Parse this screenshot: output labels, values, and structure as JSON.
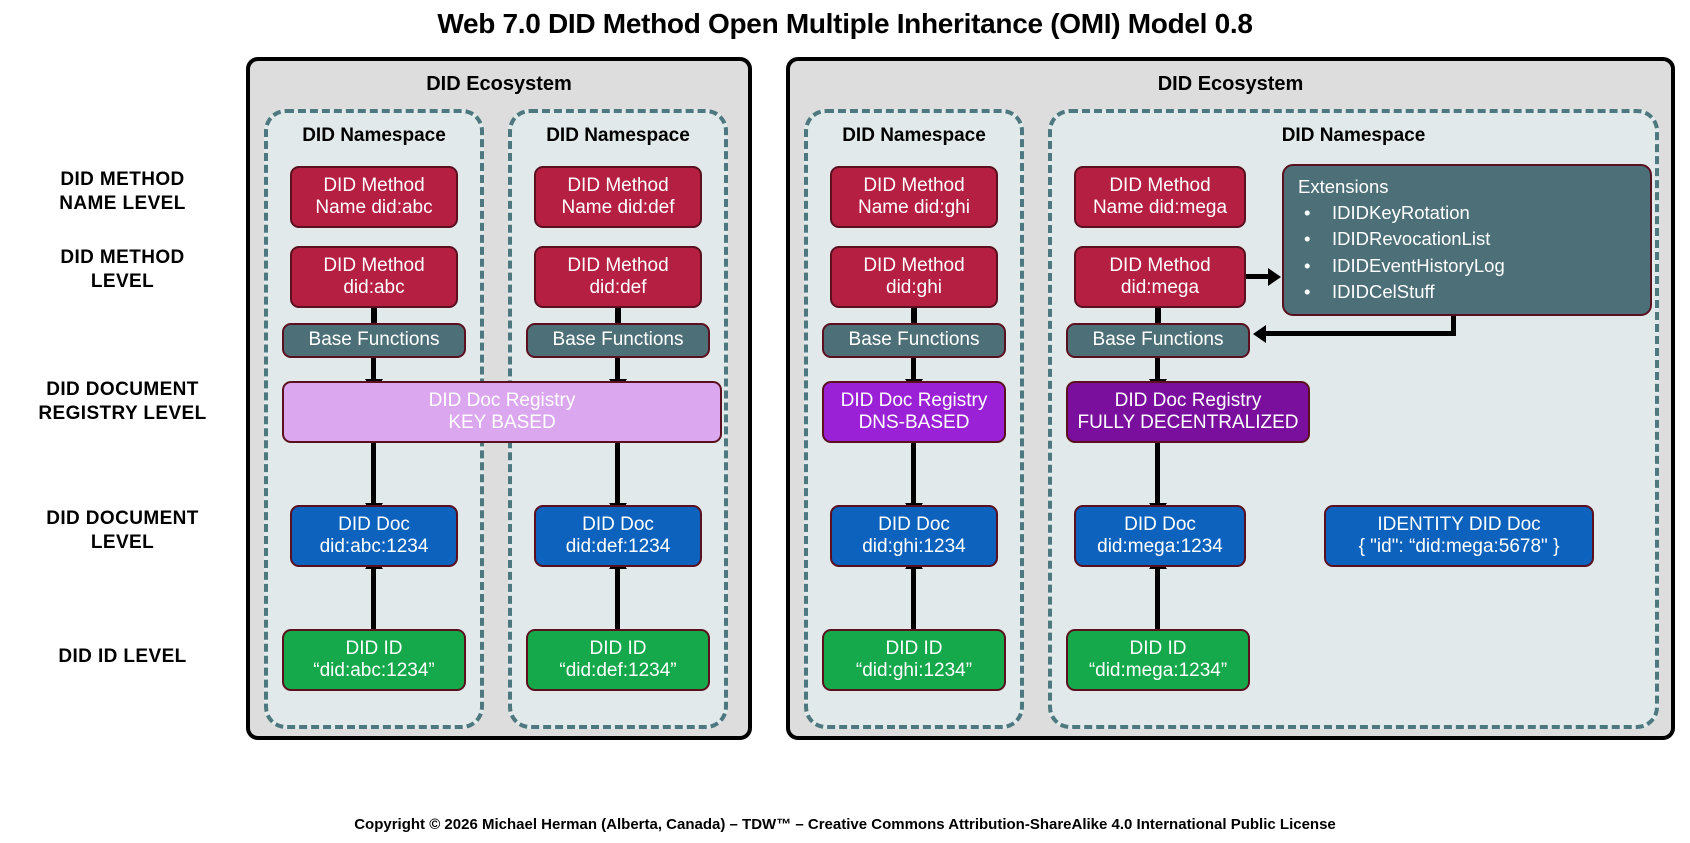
{
  "title": "Web 7.0 DID Method Open Multiple Inheritance (OMI) Model 0.8",
  "footer": "Copyright © 2026 Michael Herman (Alberta, Canada) – TDW™ – Creative Commons Attribution-ShareAlike 4.0 International Public License",
  "row_labels": [
    {
      "id": "method-name-level",
      "line1": "DID METHOD",
      "line2": "NAME LEVEL"
    },
    {
      "id": "method-level",
      "line1": "DID METHOD",
      "line2": "LEVEL"
    },
    {
      "id": "doc-registry-level",
      "line1": "DID DOCUMENT",
      "line2": "REGISTRY LEVEL"
    },
    {
      "id": "doc-level",
      "line1": "DID DOCUMENT",
      "line2": "LEVEL"
    },
    {
      "id": "id-level",
      "line1": "DID ID LEVEL",
      "line2": ""
    }
  ],
  "ecosystems": [
    {
      "id": "left",
      "title": "DID Ecosystem"
    },
    {
      "id": "right",
      "title": "DID Ecosystem"
    }
  ],
  "namespaces": [
    {
      "id": "abc",
      "title": "DID Namespace"
    },
    {
      "id": "def",
      "title": "DID Namespace"
    },
    {
      "id": "ghi",
      "title": "DID Namespace"
    },
    {
      "id": "mega",
      "title": "DID Namespace"
    }
  ],
  "columns": {
    "abc": {
      "method_name": {
        "l1": "DID Method",
        "l2": "Name did:abc"
      },
      "method": {
        "l1": "DID Method",
        "l2": "did:abc"
      },
      "base_functions": "Base Functions",
      "did_doc": {
        "l1": "DID Doc",
        "l2": "did:abc:1234"
      },
      "did_id": {
        "l1": "DID ID",
        "l2": "“did:abc:1234”"
      }
    },
    "def": {
      "method_name": {
        "l1": "DID Method",
        "l2": "Name did:def"
      },
      "method": {
        "l1": "DID Method",
        "l2": "did:def"
      },
      "base_functions": "Base Functions",
      "did_doc": {
        "l1": "DID Doc",
        "l2": "did:def:1234"
      },
      "did_id": {
        "l1": "DID ID",
        "l2": "“did:def:1234”"
      }
    },
    "ghi": {
      "method_name": {
        "l1": "DID Method",
        "l2": "Name did:ghi"
      },
      "method": {
        "l1": "DID Method",
        "l2": "did:ghi"
      },
      "base_functions": "Base Functions",
      "registry": {
        "l1": "DID Doc Registry",
        "l2": "DNS-BASED"
      },
      "did_doc": {
        "l1": "DID Doc",
        "l2": "did:ghi:1234"
      },
      "did_id": {
        "l1": "DID ID",
        "l2": "“did:ghi:1234”"
      }
    },
    "mega": {
      "method_name": {
        "l1": "DID Method",
        "l2": "Name did:mega"
      },
      "method": {
        "l1": "DID Method",
        "l2": "did:mega"
      },
      "base_functions": "Base Functions",
      "registry": {
        "l1": "DID Doc Registry",
        "l2": "FULLY DECENTRALIZED"
      },
      "did_doc": {
        "l1": "DID Doc",
        "l2": "did:mega:1234"
      },
      "did_id": {
        "l1": "DID ID",
        "l2": "“did:mega:1234”"
      },
      "identity_doc": {
        "l1": "IDENTITY DID Doc",
        "l2": "{ \"id\": “did:mega:5678\" }"
      }
    }
  },
  "shared_registry_left": {
    "l1": "DID Doc Registry",
    "l2": "KEY BASED"
  },
  "extensions": {
    "title": "Extensions",
    "items": [
      "IDIDKeyRotation",
      "IDIDRevocationList",
      "IDIDEventHistoryLog",
      "IDIDCelStuff"
    ]
  },
  "colors": {
    "crimson": "#b51f42",
    "slate": "#4d7078",
    "lilac": "#dba8ef",
    "violet": "#9b21d6",
    "deep_purple": "#7a0f9e",
    "blue": "#0c62bc",
    "green": "#16a94b",
    "ecosystem_bg": "#dddddd",
    "namespace_bg": "#e2e9ea",
    "namespace_border": "#4d7880"
  }
}
